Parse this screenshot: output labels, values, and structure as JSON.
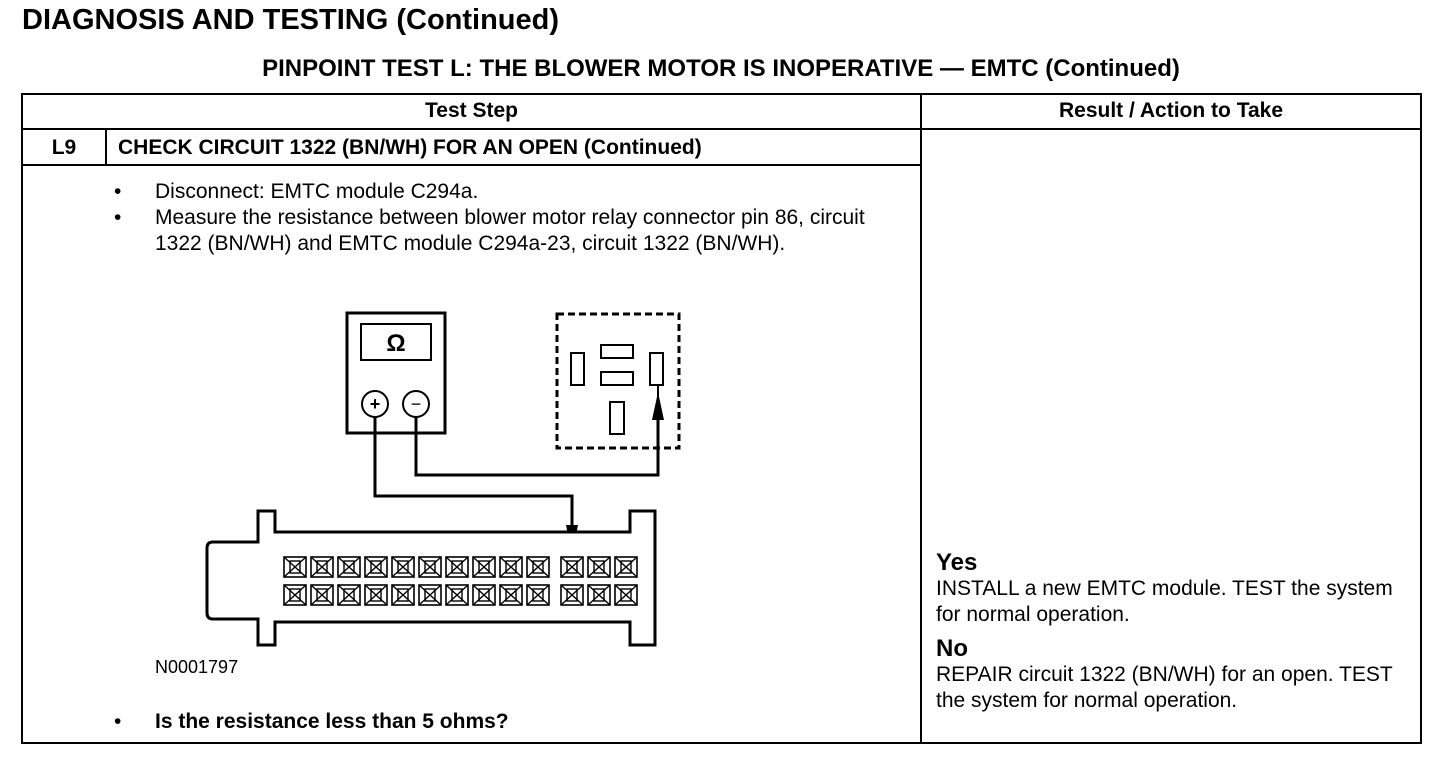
{
  "header": {
    "page_title": "DIAGNOSIS AND TESTING (Continued)",
    "test_title": "PINPOINT TEST L: THE BLOWER MOTOR IS INOPERATIVE — EMTC (Continued)"
  },
  "table": {
    "col_test_step": "Test Step",
    "col_result": "Result / Action to Take"
  },
  "step": {
    "id": "L9",
    "title": "CHECK CIRCUIT 1322 (BN/WH) FOR AN OPEN (Continued)",
    "bullets": [
      "Disconnect: EMTC module C294a.",
      "Measure the resistance between blower motor relay connector pin 86, circuit 1322 (BN/WH) and EMTC module C294a-23, circuit 1322 (BN/WH)."
    ],
    "bullet_symbol": "•",
    "figure": {
      "meter_symbol": "Ω",
      "positive_symbol": "+",
      "negative_symbol": "−",
      "figure_id": "N0001797"
    },
    "question": "Is the resistance less than 5 ohms?"
  },
  "results": {
    "yes_label": "Yes",
    "yes_text": "INSTALL a new EMTC module. TEST the system for normal operation.",
    "no_label": "No",
    "no_text": "REPAIR circuit 1322 (BN/WH) for an open. TEST the system for normal operation."
  }
}
